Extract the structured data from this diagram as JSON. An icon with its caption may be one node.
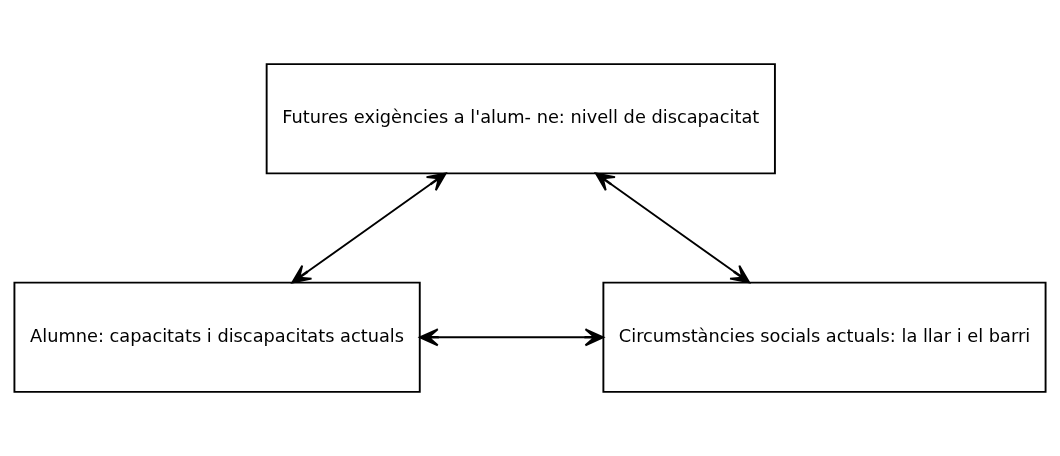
{
  "diagram": {
    "nodes": [
      {
        "text": [
          "Futures exigències a l'alum- ne: nivell de discapacitat"
        ]
      },
      {
        "text": [
          "Alumne: capacitats i discapacitats actuals"
        ]
      },
      {
        "text": [
          "Circumstàncies socials actuals: la llar i el barri"
        ]
      }
    ],
    "edges": [
      {
        "from": 0,
        "to": 1,
        "arrow": "both"
      },
      {
        "from": 0,
        "to": 2,
        "arrow": "both"
      },
      {
        "from": 1,
        "to": 2,
        "arrow": "both"
      }
    ]
  }
}
